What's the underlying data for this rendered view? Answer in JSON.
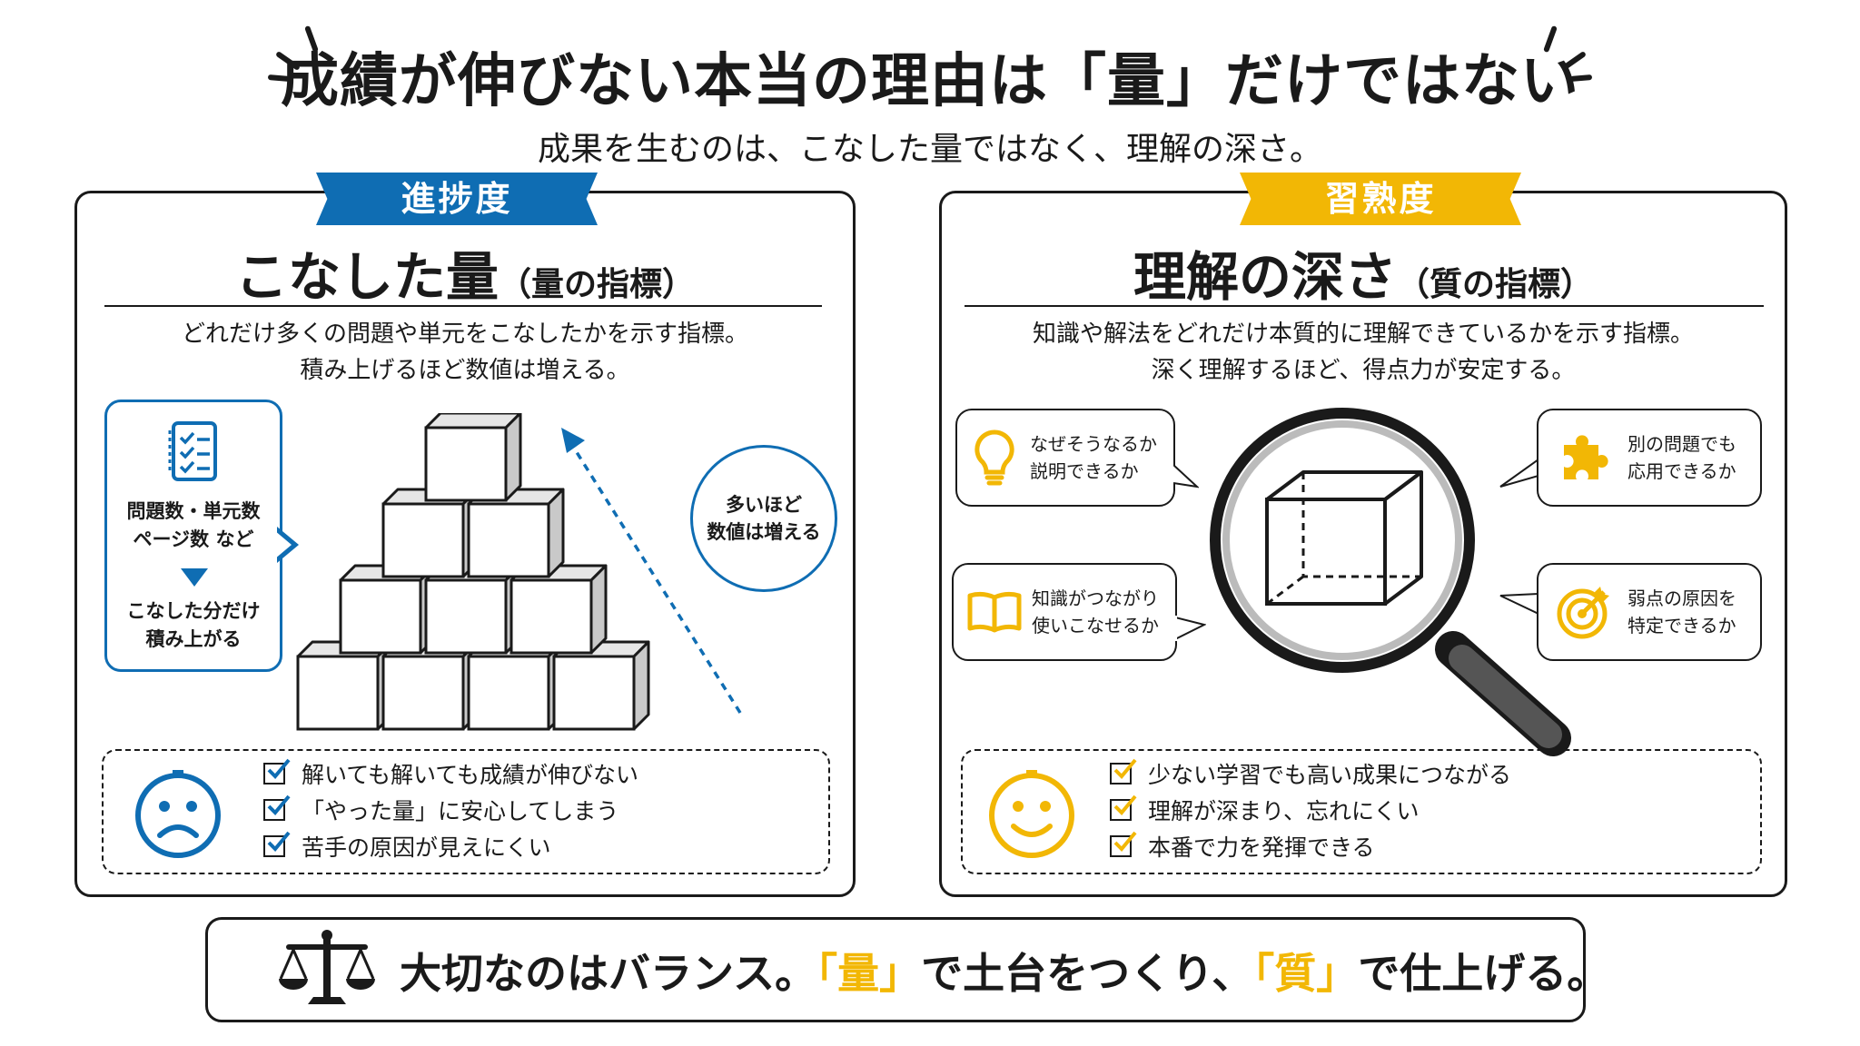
{
  "header": {
    "title": "成績が伸びない本当の理由は「量」だけではない",
    "subtitle": "成果を生むのは、こなした量ではなく、理解の深さ。"
  },
  "left": {
    "ribbon": "進捗度",
    "title_main": "こなした量",
    "title_sub": "（量の指標）",
    "desc_lines": [
      "どれだけ多くの問題や単元をこなしたかを示す指標。",
      "積み上げるほど数値は増える。"
    ],
    "callout": {
      "line1": "問題数・単元数",
      "line2": "ページ数 など",
      "line3": "こなした分だけ",
      "line4": "積み上がる"
    },
    "circle": {
      "line1": "多いほど",
      "line2": "数値は増える"
    },
    "checks": [
      "解いても解いても成績が伸びない",
      "「やった量」に安心してしまう",
      "苦手の原因が見えにくい"
    ]
  },
  "right": {
    "ribbon": "習熟度",
    "title_main": "理解の深さ",
    "title_sub": "（質の指標）",
    "desc_lines": [
      "知識や解法をどれだけ本質的に理解できているかを示す指標。",
      "深く理解するほど、得点力が安定する。"
    ],
    "bubbles": {
      "tl": [
        "なぜそうなるか",
        "説明できるか"
      ],
      "tr": [
        "別の問題でも",
        "応用できるか"
      ],
      "bl": [
        "知識がつながり",
        "使いこなせるか"
      ],
      "br": [
        "弱点の原因を",
        "特定できるか"
      ]
    },
    "checks": [
      "少ない学習でも高い成果につながる",
      "理解が深まり、忘れにくい",
      "本番で力を発揮できる"
    ]
  },
  "footer": {
    "part1": "大切なのはバランス。",
    "q1": "「量」",
    "part2": "で土台をつくり、",
    "q2": "「質」",
    "part3": "で仕上げる。"
  },
  "colors": {
    "blue": "#0f6db3",
    "yellow": "#f2b705",
    "dark": "#1a1a1a"
  }
}
